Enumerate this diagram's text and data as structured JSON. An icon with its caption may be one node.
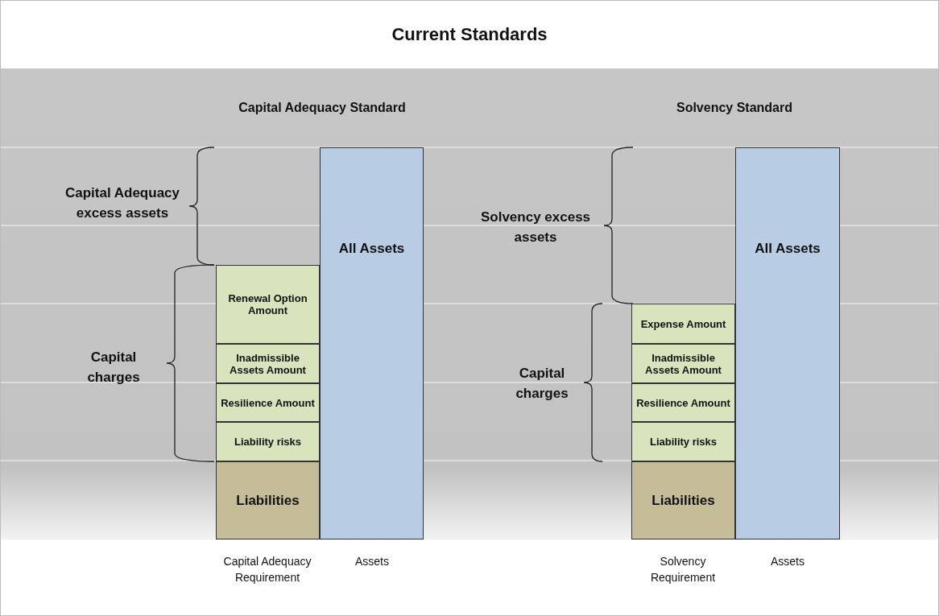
{
  "diagram": {
    "title": "Current Standards",
    "nodes": [
      {
        "text": [
          "Renewal Option Amount"
        ]
      },
      {
        "text": [
          "Inadmissible Assets Amount"
        ]
      },
      {
        "text": [
          "Resilience Amount"
        ]
      },
      {
        "text": [
          "Liability risks"
        ]
      },
      {
        "text": [
          "Liabilities"
        ]
      },
      {
        "text": [
          "All Assets"
        ]
      },
      {
        "text": [
          "Expense Amount"
        ]
      },
      {
        "text": [
          "Inadmissible Assets Amount"
        ]
      },
      {
        "text": [
          "Resilience Amount"
        ]
      },
      {
        "text": [
          "Liability risks"
        ]
      },
      {
        "text": [
          "Liabilities"
        ]
      },
      {
        "text": [
          "All Assets"
        ]
      }
    ],
    "edges": [],
    "labels": [
      "Capital Adequacy Standard",
      "Solvency Standard",
      "Capital Adequacy excess assets",
      "Solvency excess assets",
      "Capital charges",
      "Capital charges",
      "Capital Adequacy Requirement",
      "Assets",
      "Solvency Requirement",
      "Assets"
    ]
  }
}
